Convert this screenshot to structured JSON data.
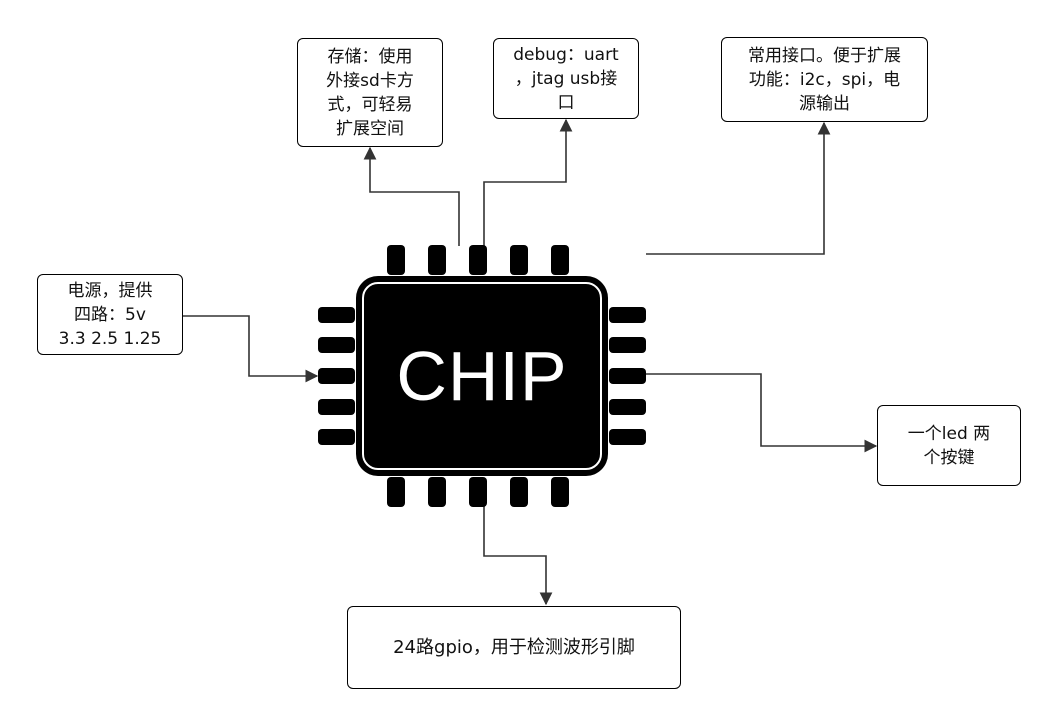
{
  "chip": {
    "label": "CHIP"
  },
  "boxes": {
    "storage": "存储：使用\n外接sd卡方\n式，可轻易\n扩展空间",
    "debug": "debug：uart\n，jtag usb接\n口",
    "interface": "常用接口。便于扩展\n功能：i2c，spi，电\n源输出",
    "power": "电源，提供\n四路：5v\n3.3 2.5 1.25",
    "led": "一个led  两\n个按键",
    "gpio": "24路gpio，用于检测波形引脚"
  }
}
